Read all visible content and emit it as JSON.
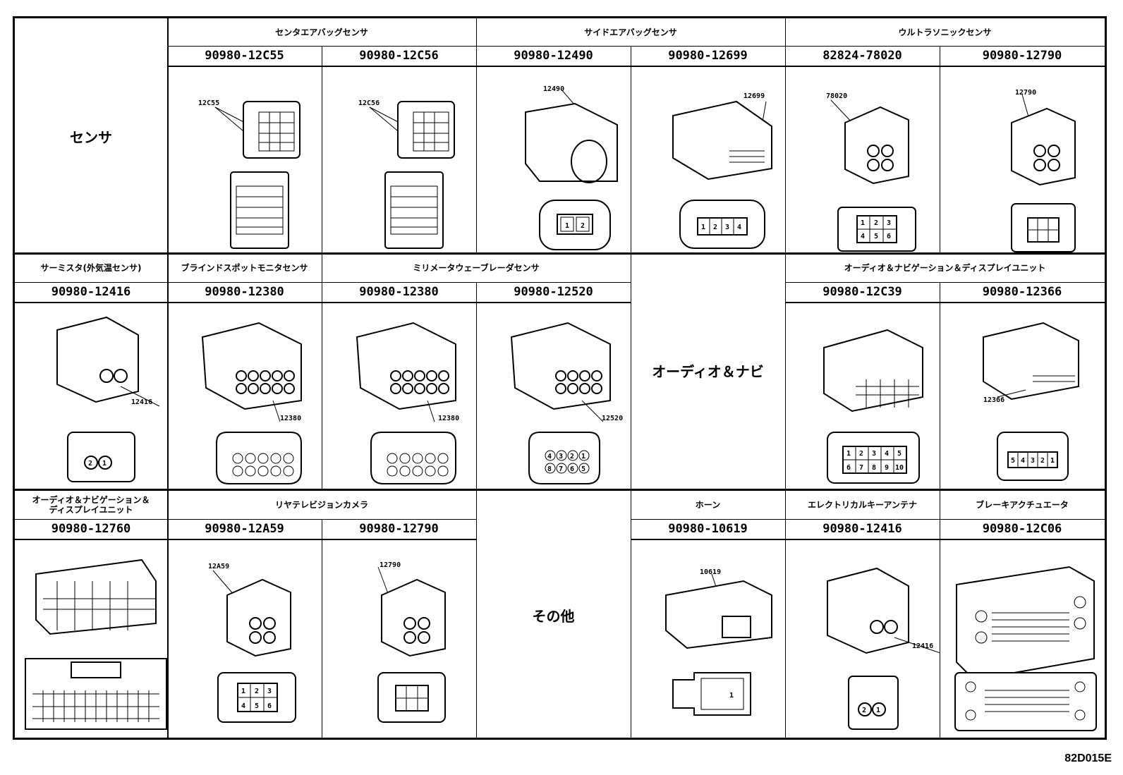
{
  "row1": {
    "side": "センサ",
    "groups": [
      "センタエアバッグセンサ",
      "サイドエアバッグセンサ",
      "ウルトラソニックセンサ"
    ],
    "parts": [
      {
        "pn": "90980-12C55",
        "label": "12C55"
      },
      {
        "pn": "90980-12C56",
        "label": "12C56"
      },
      {
        "pn": "90980-12490",
        "label": "12490"
      },
      {
        "pn": "90980-12699",
        "label": "12699"
      },
      {
        "pn": "82824-78020",
        "label": "78020"
      },
      {
        "pn": "90980-12790",
        "label": "12790"
      }
    ]
  },
  "row2": {
    "groups": [
      "サーミスタ(外気温センサ)",
      "ブラインドスポットモニタセンサ",
      "ミリメータウェーブレーダセンサ",
      "オーディオ＆ナビゲーション＆ディスプレイユニット"
    ],
    "merged": "オーディオ＆ナビ",
    "parts": [
      {
        "pn": "90980-12416",
        "label": "12416"
      },
      {
        "pn": "90980-12380",
        "label": "12380"
      },
      {
        "pn": "90980-12380",
        "label": "12380"
      },
      {
        "pn": "90980-12520",
        "label": "12520"
      },
      {
        "pn": "90980-12C39",
        "label": ""
      },
      {
        "pn": "90980-12366",
        "label": "12366"
      }
    ]
  },
  "row3": {
    "groups": [
      "オーディオ＆ナビゲーション＆ディスプレイユニット",
      "リヤテレビジョンカメラ",
      "ホーン",
      "エレクトリカルキーアンテナ",
      "ブレーキアクチュエータ"
    ],
    "merged": "その他",
    "parts": [
      {
        "pn": "90980-12760",
        "label": ""
      },
      {
        "pn": "90980-12A59",
        "label": "12A59"
      },
      {
        "pn": "90980-12790",
        "label": "12790"
      },
      {
        "pn": "90980-10619",
        "label": "10619"
      },
      {
        "pn": "90980-12416",
        "label": "12416"
      },
      {
        "pn": "90980-12C06",
        "label": ""
      }
    ]
  },
  "pins": {
    "c2": [
      "1",
      "2"
    ],
    "c4": [
      "1",
      "2",
      "3",
      "4"
    ],
    "c6": [
      "1",
      "2",
      "3",
      "4",
      "5",
      "6"
    ],
    "c10": [
      "1",
      "2",
      "3",
      "4",
      "5",
      "6",
      "7",
      "8",
      "9",
      "10"
    ],
    "c5": [
      "5",
      "4",
      "3",
      "2",
      "1"
    ],
    "c8": [
      "4",
      "3",
      "2",
      "1",
      "8",
      "7",
      "6",
      "5"
    ],
    "ct": [
      "2",
      "1"
    ],
    "c1": [
      "1"
    ]
  },
  "footer_code": "82D015E"
}
